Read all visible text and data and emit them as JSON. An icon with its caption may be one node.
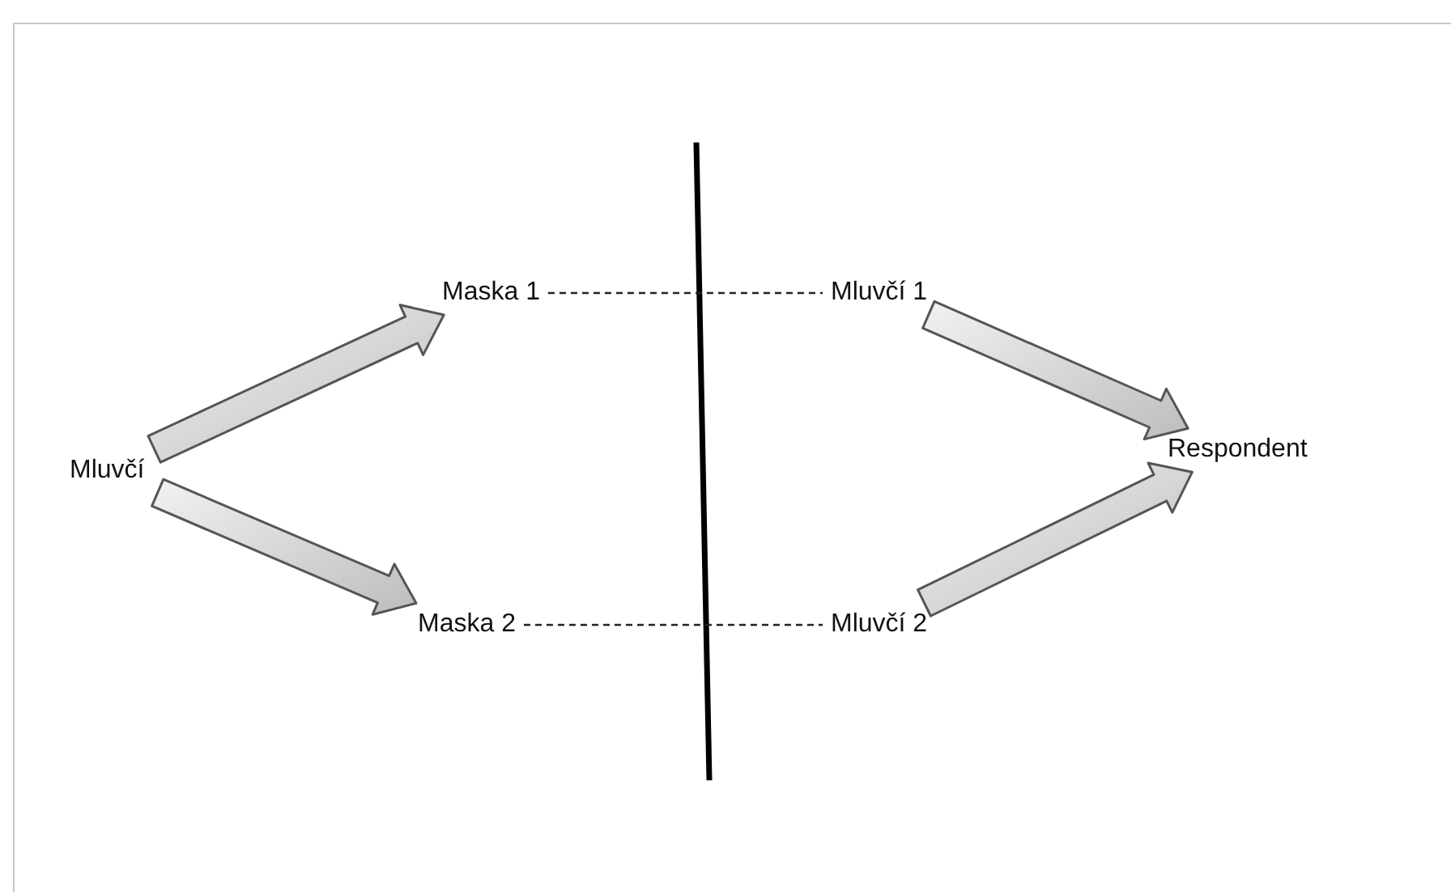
{
  "diagram": {
    "nodes": [
      {
        "text": [
          "Mluvčí"
        ]
      },
      {
        "text": [
          "Maska 1"
        ]
      },
      {
        "text": [
          "Maska 2"
        ]
      },
      {
        "text": [
          "Mluvčí 1"
        ]
      },
      {
        "text": [
          "Mluvčí 2"
        ]
      },
      {
        "text": [
          "Respondent"
        ]
      }
    ],
    "edges": [
      {
        "from": 0,
        "to": 1,
        "arrow": "to"
      },
      {
        "from": 0,
        "to": 2,
        "arrow": "to"
      },
      {
        "from": 1,
        "to": 3,
        "arrow": "none",
        "style": "dashed"
      },
      {
        "from": 2,
        "to": 4,
        "arrow": "none",
        "style": "dashed"
      },
      {
        "from": 3,
        "to": 5,
        "arrow": "to"
      },
      {
        "from": 4,
        "to": 5,
        "arrow": "to"
      }
    ]
  }
}
